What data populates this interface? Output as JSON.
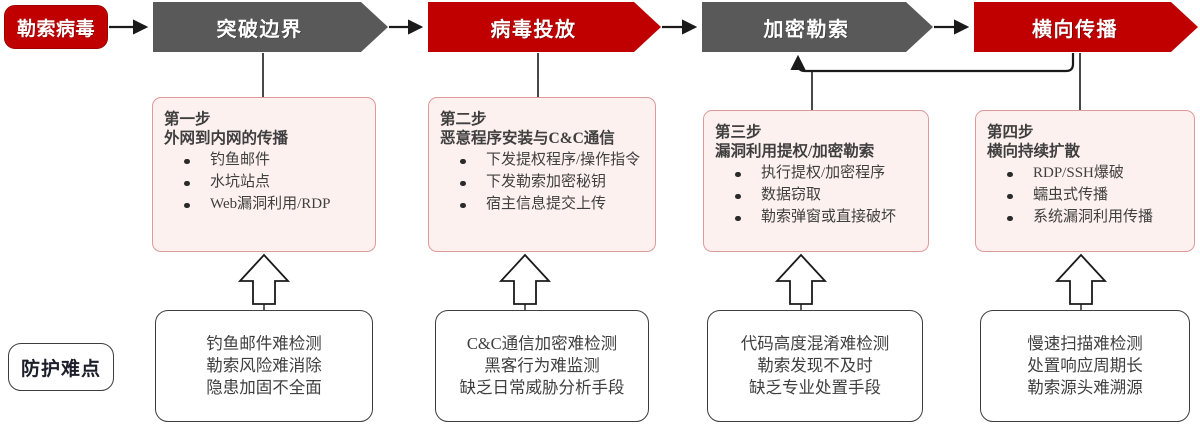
{
  "banner": {
    "start": {
      "label": "勒索病毒"
    },
    "stages": [
      {
        "label": "突破边界",
        "color": "#595959"
      },
      {
        "label": "病毒投放",
        "color": "#c00000"
      },
      {
        "label": "加密勒索",
        "color": "#595959"
      },
      {
        "label": "横向传播",
        "color": "#c00000"
      }
    ]
  },
  "cards": [
    {
      "step_no": "第一步",
      "title": "外网到内网的传播",
      "bullets": [
        "钓鱼邮件",
        "水坑站点",
        "Web漏洞利用/RDP"
      ]
    },
    {
      "step_no": "第二步",
      "title": "恶意程序安装与C&C通信",
      "bullets": [
        "下发提权程序/操作指令",
        "下发勒索加密秘钥",
        "宿主信息提交上传"
      ]
    },
    {
      "step_no": "第三步",
      "title": "漏洞利用提权/加密勒索",
      "bullets": [
        "执行提权/加密程序",
        "数据窃取",
        "勒索弹窗或直接破坏"
      ]
    },
    {
      "step_no": "第四步",
      "title": "横向持续扩散",
      "bullets": [
        "RDP/SSH爆破",
        "蠕虫式传播",
        "系统漏洞利用传播"
      ]
    }
  ],
  "difficulty": {
    "label": "防护难点",
    "boxes": [
      {
        "lines": [
          "钓鱼邮件难检测",
          "勒索风险难消除",
          "隐患加固不全面"
        ]
      },
      {
        "lines": [
          "C&C通信加密难检测",
          "黑客行为难监测",
          "缺乏日常威胁分析手段"
        ]
      },
      {
        "lines": [
          "代码高度混淆难检测",
          "勒索发现不及时",
          "缺乏专业处置手段"
        ]
      },
      {
        "lines": [
          "慢速扫描难检测",
          "处置响应周期长",
          "勒索源头难溯源"
        ]
      }
    ]
  },
  "colors": {
    "red": "#c00000",
    "gray": "#595959",
    "card_fill": "#fdf1ef",
    "card_border": "#e0999a",
    "line": "#1a1a1a"
  }
}
